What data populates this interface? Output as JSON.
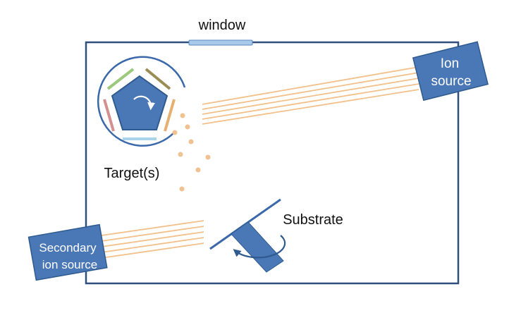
{
  "labels": {
    "window": "window",
    "ion_source": [
      "Ion",
      "source"
    ],
    "targets": "Target(s)",
    "substrate": "Substrate",
    "secondary_ion_source": [
      "Secondary",
      "ion source"
    ]
  },
  "colors": {
    "chamber_outline": "#2f4f7f",
    "box_fill": "#4a78b7",
    "box_stroke": "#2e5a8f",
    "window_fill": "#a9c9ea",
    "beam": "#f2c08a",
    "sputter_dot": "#f0c291",
    "target_segments": [
      "#9cc97c",
      "#9a8d53",
      "#e6b070",
      "#a9d3e8",
      "#d48f8f"
    ],
    "text": "#111111",
    "box_text": "#ffffff"
  },
  "icons": {
    "rotation_target": "curved-arrow-icon",
    "rotation_substrate": "curved-arrow-icon"
  }
}
